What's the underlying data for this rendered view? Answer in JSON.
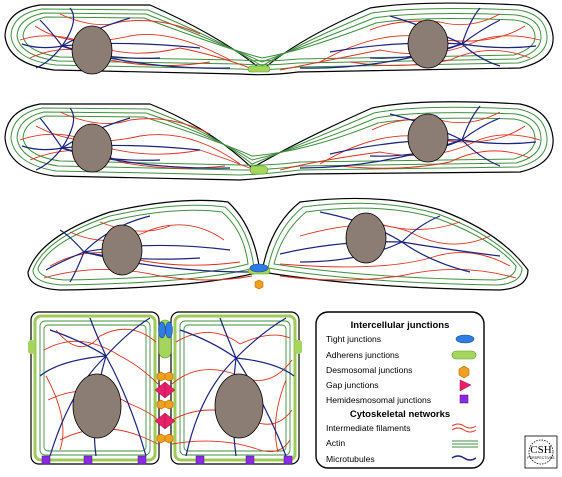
{
  "legend": {
    "section_intercellular": "Intercellular junctions",
    "items_junctions": [
      {
        "label": "Tight junctions",
        "icon": "blue-ellipse"
      },
      {
        "label": "Adherens junctions",
        "icon": "green-capsule"
      },
      {
        "label": "Desmosomal junctions",
        "icon": "orange-hexagon"
      },
      {
        "label": "Gap junctions",
        "icon": "pink-triangle"
      },
      {
        "label": "Hemidesmosomal junctions",
        "icon": "purple-square"
      }
    ],
    "section_cytoskeletal": "Cytoskeletal networks",
    "items_cytoskeletal": [
      {
        "label": "Intermediate filaments",
        "icon": "red-wavy-lines"
      },
      {
        "label": "Actin",
        "icon": "green-triple-lines"
      },
      {
        "label": "Microtubules",
        "icon": "blue-wavy-line"
      }
    ]
  },
  "logo": {
    "main": "CSH",
    "sub": "PERSPECTIVES"
  },
  "colors": {
    "nucleus": "#8b7d73",
    "actin": "#3f8f3f",
    "actin_light": "#9ccb5a",
    "microtubule": "#1a237e",
    "intermediate_filament": "#e0301e",
    "tight_junction": "#2f7de0",
    "adherens_junction": "#a4d65e",
    "desmosome": "#f0a020",
    "gap_junction": "#e8206a",
    "hemidesmosome": "#8a2be2"
  }
}
